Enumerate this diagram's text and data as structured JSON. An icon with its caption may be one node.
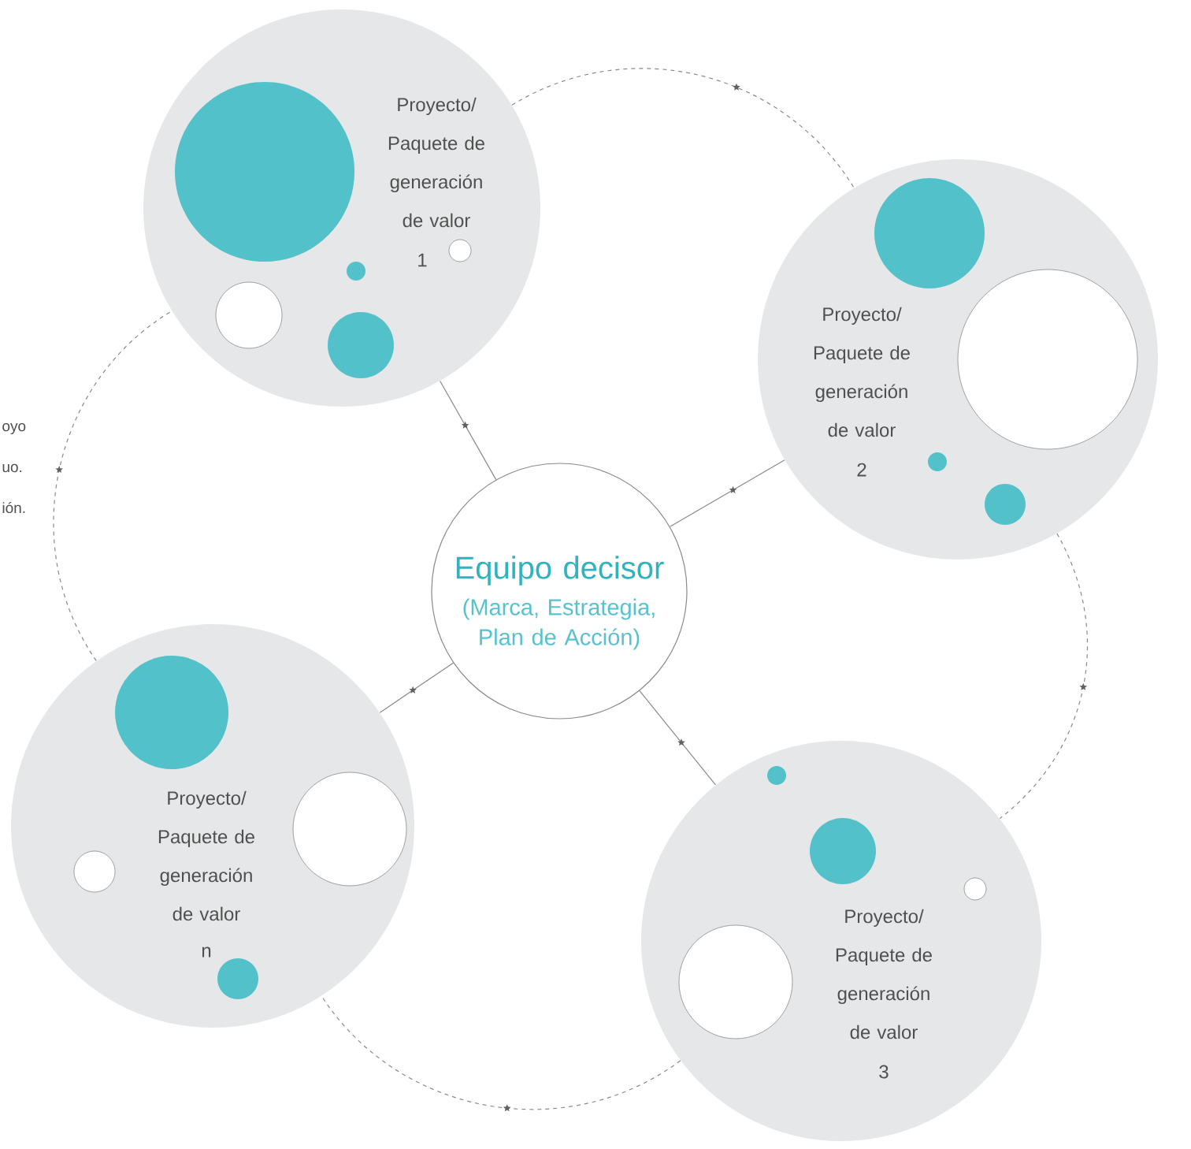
{
  "diagram": {
    "nodes": [
      {
        "text": [
          "Equipo decisor",
          "(Marca, Estrategia, Plan de Acción)"
        ]
      },
      {
        "text": [
          "Proyecto/ Paquete de generación de valor",
          "1"
        ]
      },
      {
        "text": [
          "Proyecto/ Paquete de generación de valor",
          "2"
        ]
      },
      {
        "text": [
          "Proyecto/ Paquete de generación de valor",
          "3"
        ]
      },
      {
        "text": [
          "Proyecto/ Paquete de generación de valor",
          "n"
        ]
      }
    ],
    "edges": [
      {
        "from": 0,
        "to": 1,
        "arrow": "none"
      },
      {
        "from": 0,
        "to": 2,
        "arrow": "none"
      },
      {
        "from": 0,
        "to": 3,
        "arrow": "none"
      },
      {
        "from": 0,
        "to": 4,
        "arrow": "none"
      },
      {
        "from": 1,
        "to": 2,
        "arrow": "none",
        "style": "dashed"
      },
      {
        "from": 2,
        "to": 3,
        "arrow": "none",
        "style": "dashed"
      },
      {
        "from": 3,
        "to": 4,
        "arrow": "none",
        "style": "dashed"
      },
      {
        "from": 4,
        "to": 1,
        "arrow": "none",
        "style": "dashed"
      }
    ],
    "labels": [
      "oyo",
      "uo.",
      "ión."
    ]
  }
}
